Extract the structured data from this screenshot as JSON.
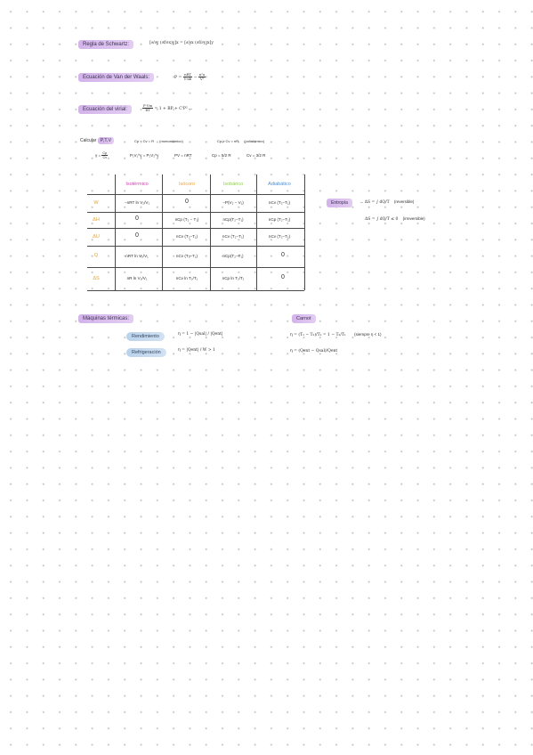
{
  "sections": {
    "schwarz": {
      "label": "Regla de Schwartz:",
      "formula": "[∂/∂y (∂f/∂x)y]x = [∂/∂x (∂f/∂y)x]y"
    },
    "vdw": {
      "label": "Ecuación de Van der Waals:",
      "formula_lhs": "P =",
      "frac1_num": "nRT",
      "frac1_den": "V-nb",
      "minus": "−",
      "frac2_num": "n²a",
      "frac2_den": "V²"
    },
    "virial": {
      "label": "Ecuación del virial:",
      "frac_num": "P·Vm",
      "frac_den": "RT",
      "rhs": "= 1 + BP + C'P² ..."
    }
  },
  "ptv": {
    "calc_label": "Calcular",
    "calc_highlight": "P,T,V",
    "mono": "Cp − Cv = R",
    "mono_note": "(monoatómico)",
    "poli": "Cp ≥ Cv = nR",
    "poli_note": "(poliatómico)",
    "gamma_lhs": "γ =",
    "gamma_num": "Cp",
    "gamma_den": "Cv",
    "adiab": "P₁V₁^γ = P₂V₂^γ",
    "ideal": "PV = nRT",
    "cp": "Cp = 5/2 R",
    "cv": "Cv = 3/2 R"
  },
  "table": {
    "columns": [
      {
        "label": "Isotérmico",
        "color": "#d63fb3"
      },
      {
        "label": "Isócoro",
        "color": "#f2a233"
      },
      {
        "label": "Isobárico",
        "color": "#8fd14a"
      },
      {
        "label": "Adiabático",
        "color": "#4a8fd8"
      }
    ],
    "rows": [
      {
        "label": "W",
        "cells": [
          "−nRT ln V₂/V₁",
          "0",
          "−P(V₂ − V₁)",
          "nCv (T₂−T₁)"
        ]
      },
      {
        "label": "ΔH",
        "cells": [
          "0",
          "nCp (T₂ − T₁)",
          "nCp(T₂−T₁)",
          "nCp (T₂−T₁)"
        ]
      },
      {
        "label": "ΔU",
        "cells": [
          "0",
          "nCv (T₂−T₁)",
          "nCv (T₂−T₁)",
          "nCv (T₂−T₁)"
        ]
      },
      {
        "label": "Q",
        "cells": [
          "nRT ln V₂/V₁",
          "nCv (T₂−T₁)",
          "nCp(T₂−T₁)",
          "0"
        ]
      },
      {
        "label": "ΔS",
        "cells": [
          "nR ln V₂/V₁",
          "nCv ln T₂/T₁",
          "nCp ln T₂/T₁",
          "0"
        ]
      }
    ]
  },
  "entropy": {
    "label": "Entropía",
    "arrow": "→",
    "rev_formula": "ΔS = ∫ dQ/T",
    "rev_note": "(reversible)",
    "irrev_formula": "ΔS = ∫ dQ/T ≤ 0",
    "irrev_note": "(irreversible)"
  },
  "machines": {
    "label": "Máquinas térmicas:",
    "rend_label": "Rendimiento",
    "rend_formula": "η = 1 − |Qsal| / |Qent|",
    "refr_label": "Refrigeración",
    "refr_formula": "η = |Qent| / W > 1"
  },
  "carnot": {
    "label": "Carnot",
    "eta1": "η = (T₁ − T₂)/T₁ = 1 − T₂/T₁",
    "eta1_note": "(siempre η < 1)",
    "eta2": "η = (Qent − Qsal)/Qent"
  }
}
